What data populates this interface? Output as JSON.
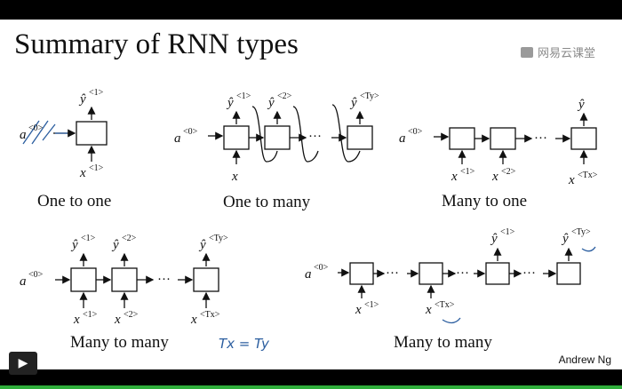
{
  "title": "Summary of RNN types",
  "logo_text": "网易云课堂",
  "author": "Andrew Ng",
  "captions": {
    "one_to_one": "One to one",
    "one_to_many": "One to many",
    "many_to_one": "Many to one",
    "many_to_many_1": "Many to many",
    "many_to_many_2": "Many to many"
  },
  "labels": {
    "a0_base": "a",
    "a0_sup": "<0>",
    "x_base": "x",
    "y_base": "ŷ",
    "sup_1": "<1>",
    "sup_2": "<2>",
    "sup_Tx": "<Tx>",
    "sup_Ty": "<Ty>",
    "dots": "···"
  },
  "handwritten_note": "Tx = Ty",
  "player": {
    "play_icon": "play-icon",
    "progress": 1.0,
    "progress_color": "#2fae3b"
  }
}
